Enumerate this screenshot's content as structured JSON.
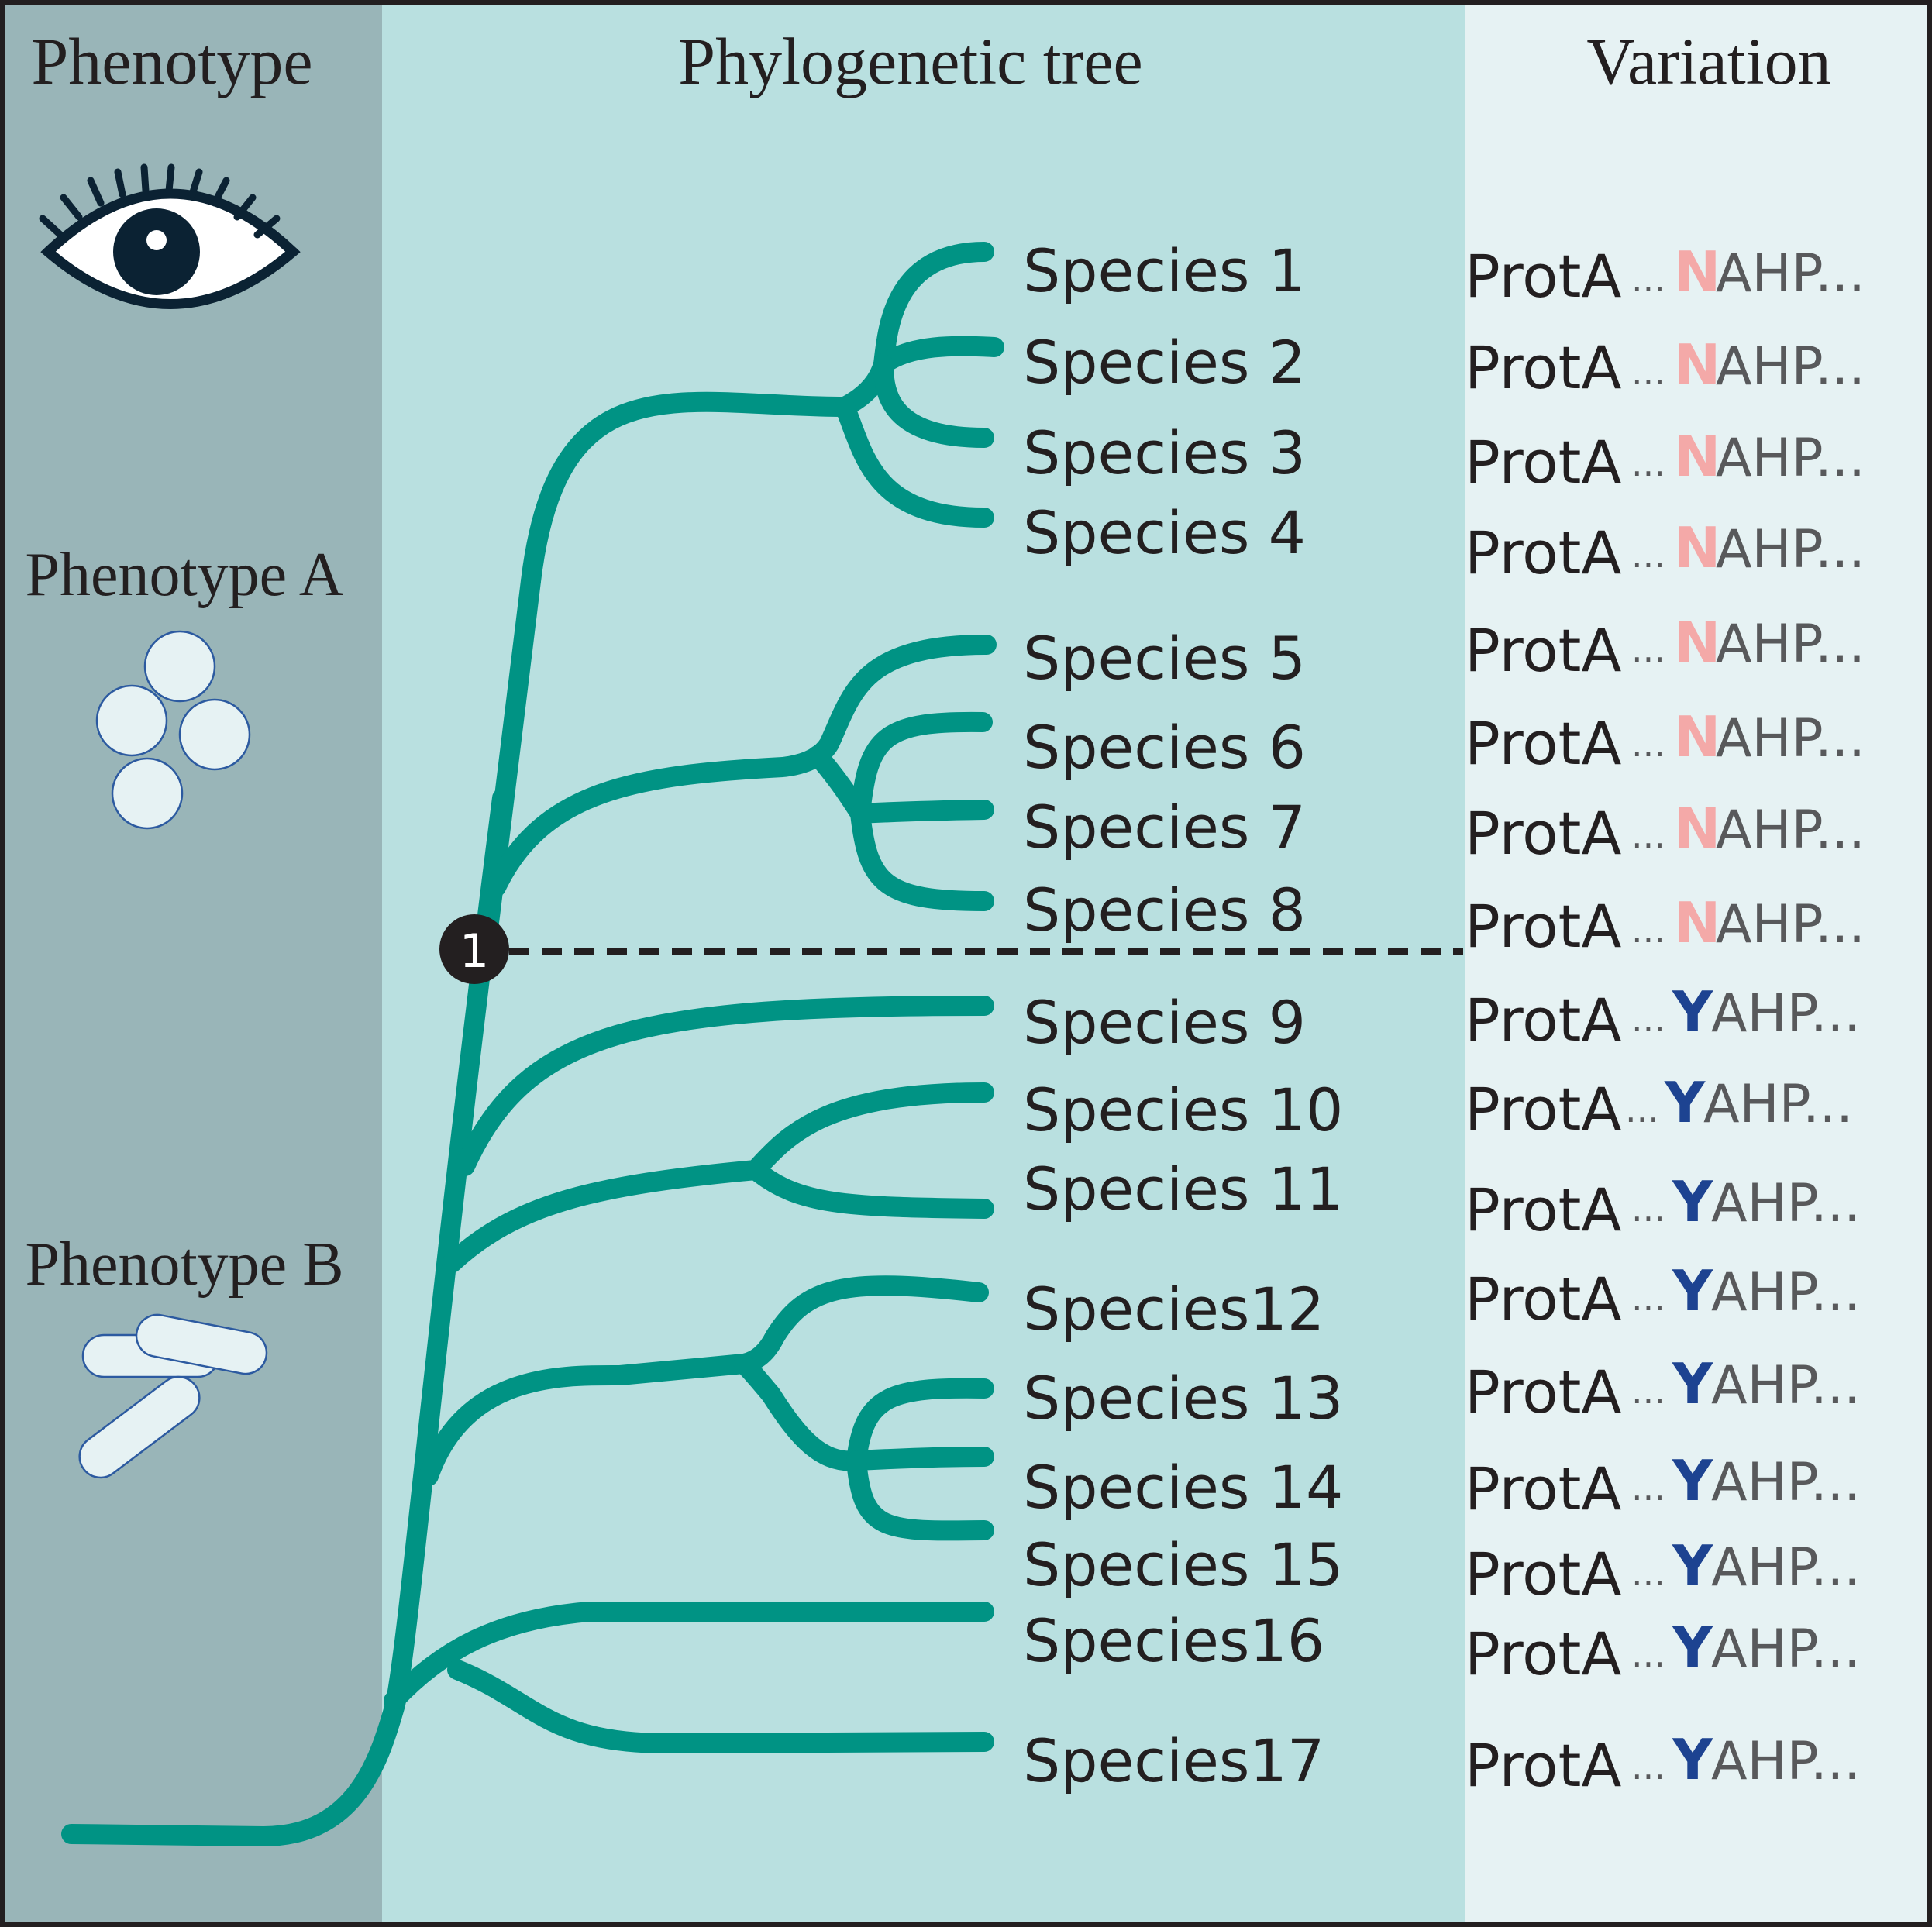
{
  "colors": {
    "phenotype_panel": "#99b5b8",
    "tree_panel": "#b9e0e0",
    "variation_panel": "#e6f2f3",
    "branch": "#009384",
    "border": "#231f20",
    "text": "#231f20",
    "residue_n": "#f4a9a8",
    "residue_y": "#1d4391",
    "motif": "#58595b",
    "cell_fill": "#e6f2f3",
    "cell_stroke": "#2c5aa0",
    "icon_dark": "#0b2233"
  },
  "headers": {
    "phenotype": "Phenotype",
    "tree": "Phylogenetic tree",
    "variation": "Variation"
  },
  "phenotypes": {
    "a_label": "Phenotype A",
    "b_label": "Phenotype B",
    "a_icon": "cocci-cluster-icon",
    "b_icon": "rod-bacteria-icon",
    "observe_icon": "eye-icon"
  },
  "node_marker": "1",
  "species": [
    {
      "label": "Species 1",
      "protein": "ProtA",
      "ellipsis": "...",
      "residue": "N",
      "motif": "AHP..."
    },
    {
      "label": "Species 2",
      "protein": "ProtA",
      "ellipsis": "...",
      "residue": "N",
      "motif": "AHP..."
    },
    {
      "label": "Species 3",
      "protein": "ProtA",
      "ellipsis": "...",
      "residue": "N",
      "motif": "AHP..."
    },
    {
      "label": "Species 4",
      "protein": "ProtA",
      "ellipsis": "...",
      "residue": "N",
      "motif": "AHP..."
    },
    {
      "label": "Species 5",
      "protein": "ProtA",
      "ellipsis": "...",
      "residue": "N",
      "motif": "AHP..."
    },
    {
      "label": "Species 6",
      "protein": "ProtA",
      "ellipsis": "...",
      "residue": "N",
      "motif": "AHP..."
    },
    {
      "label": "Species 7",
      "protein": "ProtA",
      "ellipsis": "...",
      "residue": "N",
      "motif": "AHP..."
    },
    {
      "label": "Species 8",
      "protein": "ProtA",
      "ellipsis": "...",
      "residue": "N",
      "motif": "AHP..."
    },
    {
      "label": "Species 9",
      "protein": "ProtA",
      "ellipsis": "...",
      "residue": "Y",
      "motif": "AHP..."
    },
    {
      "label": "Species 10",
      "protein": "ProtA",
      "ellipsis": "...",
      "residue": "Y",
      "motif": "AHP..."
    },
    {
      "label": "Species 11",
      "protein": "ProtA",
      "ellipsis": "...",
      "residue": "Y",
      "motif": "AHP..."
    },
    {
      "label": "Species12",
      "protein": "ProtA",
      "ellipsis": "...",
      "residue": "Y",
      "motif": "AHP..."
    },
    {
      "label": "Species 13",
      "protein": "ProtA",
      "ellipsis": "...",
      "residue": "Y",
      "motif": "AHP..."
    },
    {
      "label": "Species 14",
      "protein": "ProtA",
      "ellipsis": "...",
      "residue": "Y",
      "motif": "AHP..."
    },
    {
      "label": "Species 15",
      "protein": "ProtA",
      "ellipsis": "...",
      "residue": "Y",
      "motif": "AHP..."
    },
    {
      "label": "Species16",
      "protein": "ProtA",
      "ellipsis": "...",
      "residue": "Y",
      "motif": "AHP..."
    },
    {
      "label": "Species17",
      "protein": "ProtA",
      "ellipsis": "...",
      "residue": "Y",
      "motif": "AHP..."
    }
  ]
}
